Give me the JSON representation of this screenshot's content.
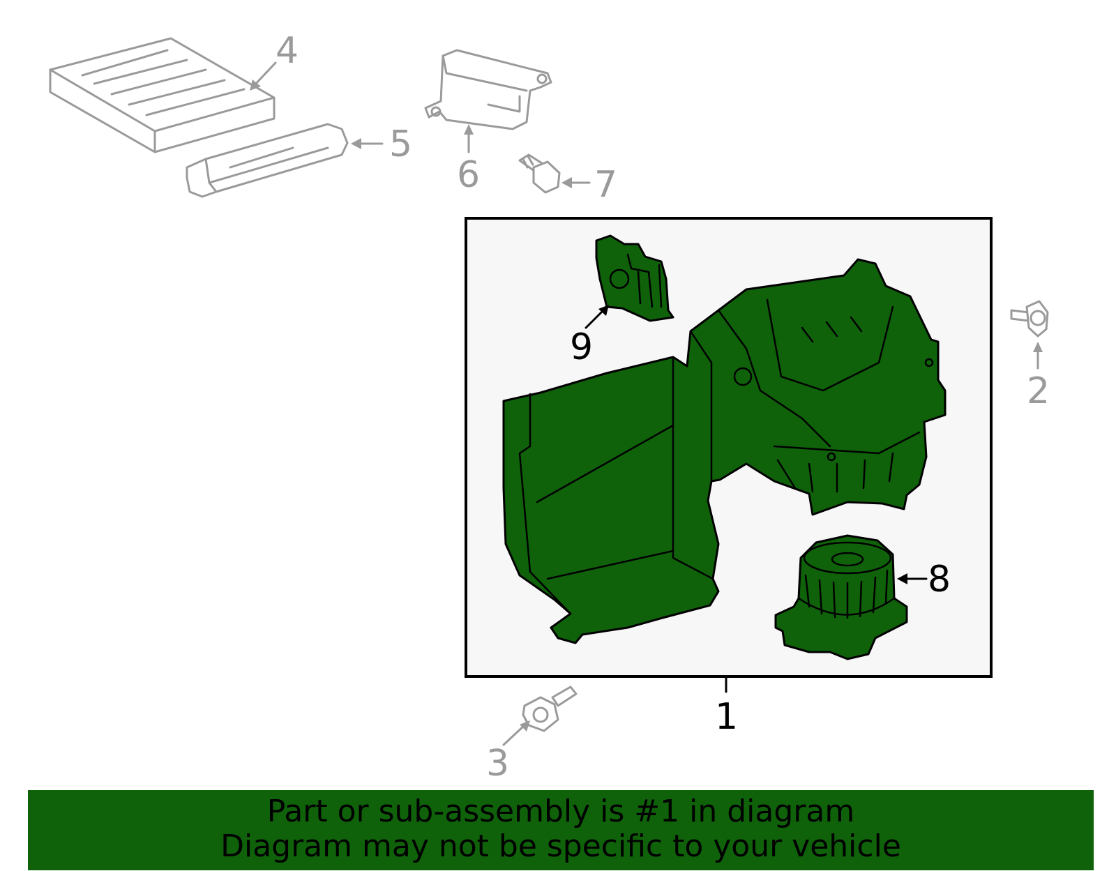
{
  "colors": {
    "highlight_green": "#0f620a",
    "part_grey": "#9a9a9a",
    "box_fill": "#f7f7f7",
    "banner_green": "#0f620a",
    "text_black": "#000000"
  },
  "callouts": {
    "c1": "1",
    "c2": "2",
    "c3": "3",
    "c4": "4",
    "c5": "5",
    "c6": "6",
    "c7": "7",
    "c8": "8",
    "c9": "9"
  },
  "banner": {
    "line1": "Part or sub-assembly is #1 in diagram",
    "line2": "Diagram may not be specific to your vehicle"
  }
}
